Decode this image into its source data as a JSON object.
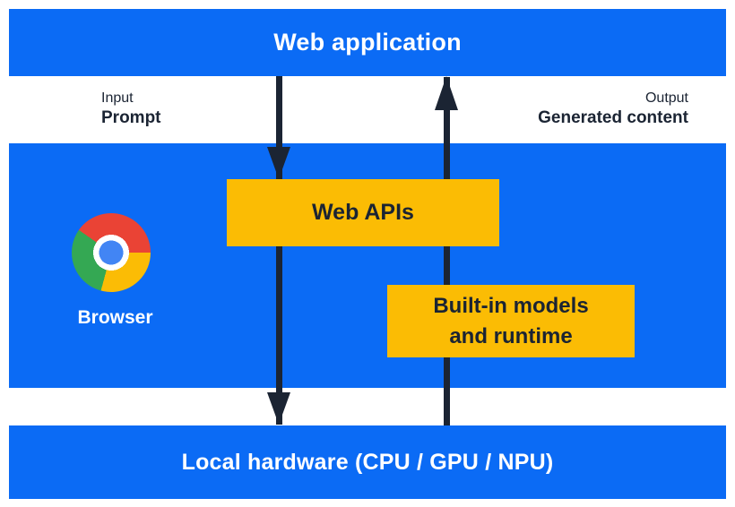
{
  "layers": {
    "web_application": {
      "label": "Web application"
    },
    "browser": {
      "label": "Browser"
    },
    "local_hardware": {
      "label": "Local hardware (CPU / GPU / NPU)"
    }
  },
  "flows": {
    "input": {
      "label": "Input",
      "sublabel": "Prompt"
    },
    "output": {
      "label": "Output",
      "sublabel": "Generated content"
    }
  },
  "boxes": {
    "web_apis": {
      "label": "Web APIs"
    },
    "builtin_models": {
      "line1": "Built-in models",
      "line2": "and runtime"
    }
  },
  "icons": {
    "chrome": "chrome-browser-icon",
    "arrow_down": "arrow-down-icon",
    "arrow_up": "arrow-up-icon"
  },
  "colors": {
    "blue": "#0b6bf5",
    "yellow": "#fbbc04",
    "navy": "#1b2433",
    "white": "#ffffff",
    "chrome_red": "#ea4335",
    "chrome_green": "#34a853",
    "chrome_yellow": "#fbbc05",
    "chrome_blue": "#4285f4",
    "bg": "#ffffff"
  }
}
